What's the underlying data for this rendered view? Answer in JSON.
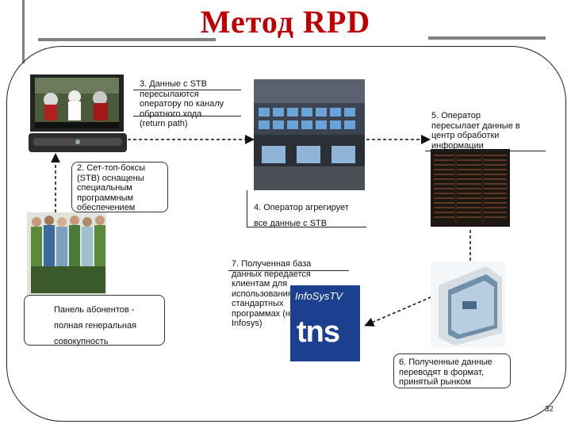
{
  "slide": {
    "title": "Метод RPD",
    "page_number": "32"
  },
  "steps": {
    "step1_panel": [
      "Панель абонентов -",
      "полная генеральная",
      "совокупность"
    ],
    "step2_stb": [
      "2. Сет-топ-боксы",
      "(STB) оснащены",
      "специальным",
      "программным",
      "обеспечением"
    ],
    "step3_transfer": [
      "3. Данные с STB",
      "пересылаются",
      "оператору по каналу",
      "обратного хода",
      "(return path)"
    ],
    "step4_aggregate": [
      "4. Оператор агрегирует",
      "все данные с STB"
    ],
    "step5_forward": [
      "5. Оператор",
      "пересылает данные в",
      "центр обработки",
      "информации"
    ],
    "step6_format": [
      "6. Полученные данные",
      "переводят в формат,",
      "принятый рынком"
    ],
    "step7_clients": [
      "7. Полученная база",
      "данных передается",
      "клиентам для",
      "использования в",
      "стандартных",
      "программах (напр.,",
      "Infosys)"
    ]
  },
  "logo": {
    "brand_top": "InfoSysTV",
    "brand_main": "tns"
  },
  "colors": {
    "title": "#c00000",
    "frame": "#222222",
    "rule": "#808080",
    "tns_blue": "#1d3f8f"
  }
}
